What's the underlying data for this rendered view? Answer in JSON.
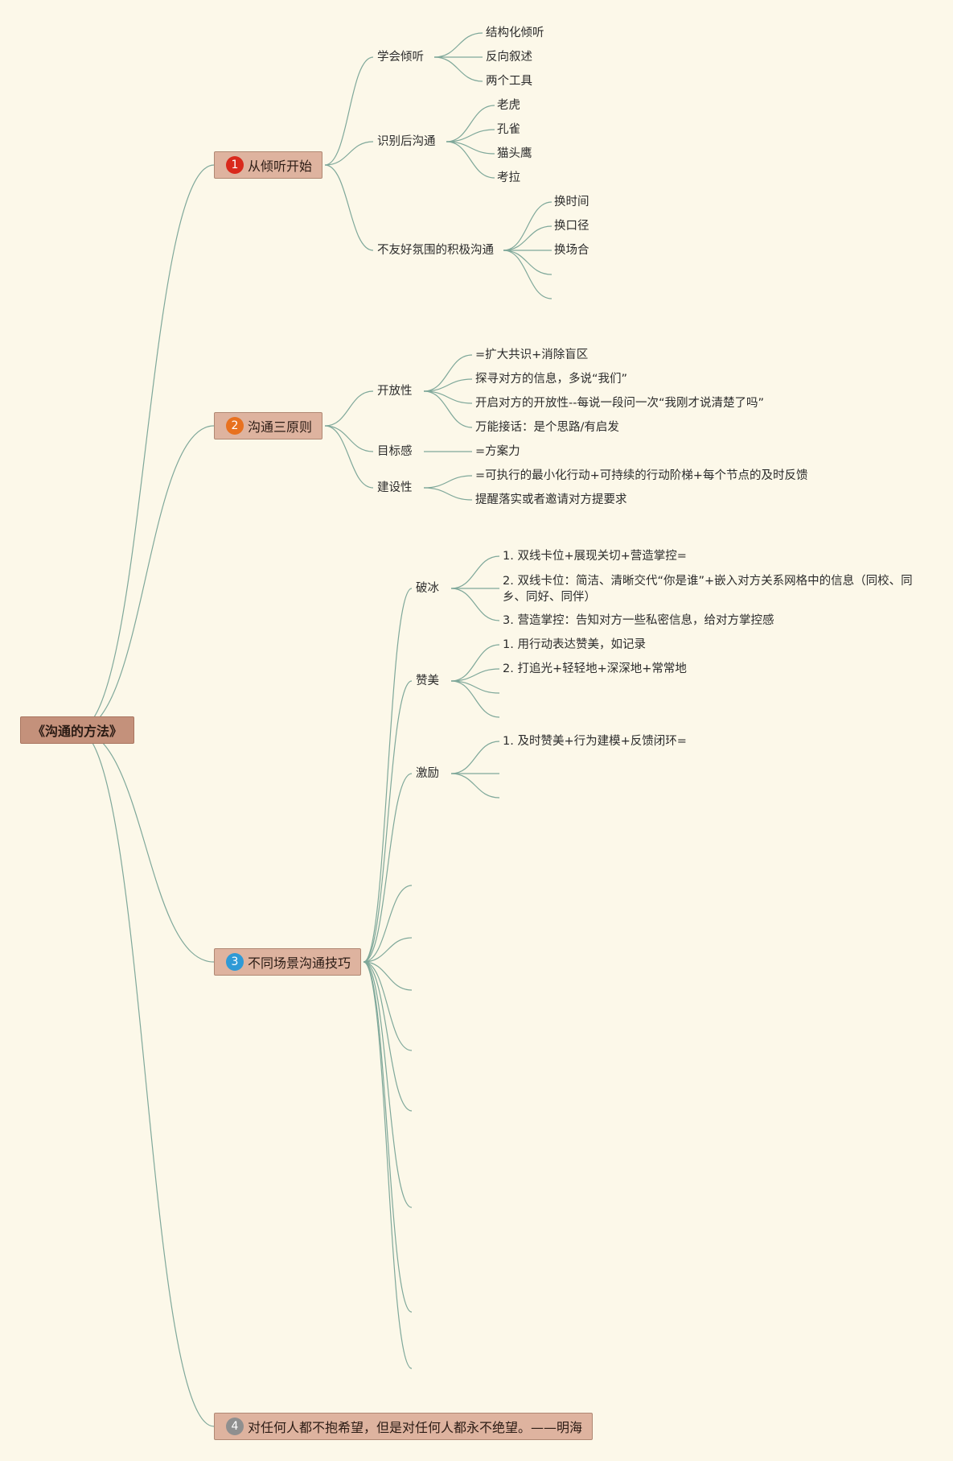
{
  "root": {
    "label": "《沟通的方法》"
  },
  "branches": [
    {
      "num": "1",
      "label": "从倾听开始",
      "badge_color": "#d9291c",
      "children": [
        {
          "label": "学会倾听",
          "items": [
            "结构化倾听",
            "反向叙述",
            "两个工具"
          ]
        },
        {
          "label": "识别后沟通",
          "items": [
            "老虎",
            "孔雀",
            "猫头鹰",
            "考拉"
          ]
        },
        {
          "label": "不友好氛围的积极沟通",
          "items": [
            "换时间",
            "换口径",
            "换场合"
          ]
        }
      ]
    },
    {
      "num": "2",
      "label": "沟通三原则",
      "badge_color": "#e8711f",
      "children": [
        {
          "label": "开放性",
          "items": [
            "=扩大共识+消除盲区",
            "探寻对方的信息，多说“我们”",
            "开启对方的开放性--每说一段问一次“我刚才说清楚了吗”",
            "万能接话：是个思路/有启发"
          ]
        },
        {
          "label": "目标感",
          "items": [
            "=方案力"
          ]
        },
        {
          "label": "建设性",
          "items": [
            "=可执行的最小化行动+可持续的行动阶梯+每个节点的及时反馈",
            "提醒落实或者邀请对方提要求"
          ]
        }
      ]
    },
    {
      "num": "3",
      "label": "不同场景沟通技巧",
      "badge_color": "#2f9ad6",
      "children": [
        {
          "label": "破冰",
          "items": [
            "1. 双线卡位+展现关切+营造掌控=",
            "2. 双线卡位：简洁、清晰交代“你是谁”+嵌入对方关系网格中的信息（同校、同乡、同好、同伴）",
            "3. 营造掌控：告知对方一些私密信息，给对方掌控感"
          ]
        },
        {
          "label": "赞美",
          "items": [
            "1. 用行动表达赞美，如记录",
            "2. 打追光+轻轻地+深深地+常常地"
          ]
        },
        {
          "label": "激励",
          "items": [
            "1. 及时赞美+行为建模+反馈闭环="
          ]
        }
      ]
    },
    {
      "num": "4",
      "label": "对任何人都不抱希望，但是对任何人都永不绝望。——明海",
      "badge_color": "#8f8f8f",
      "children": []
    }
  ],
  "colors": {
    "line": "#7fa89a",
    "background": "#fcf8e9"
  }
}
